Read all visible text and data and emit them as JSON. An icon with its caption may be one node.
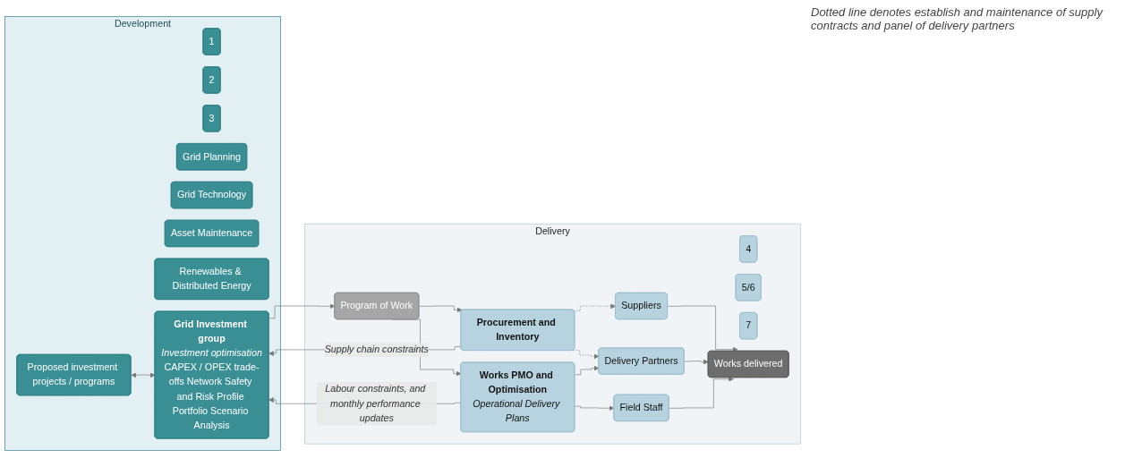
{
  "diagram": {
    "nodes": [
      {
        "text": [
          "Development"
        ]
      },
      {
        "text": [
          "1"
        ],
        "in": 0
      },
      {
        "text": [
          "2"
        ],
        "in": 0
      },
      {
        "text": [
          "3"
        ],
        "in": 0
      },
      {
        "text": [
          "Grid Planning"
        ],
        "in": 0
      },
      {
        "text": [
          "Grid Technology"
        ],
        "in": 0
      },
      {
        "text": [
          "Asset Maintenance"
        ],
        "in": 0
      },
      {
        "text": [
          "Renewables & Distributed Energy"
        ],
        "in": 0
      },
      {
        "text": [
          "Proposed investment projects / programs"
        ],
        "in": 0
      },
      {
        "text": [
          "Grid Investment group",
          "Investment optimisation",
          "CAPEX / OPEX trade-offs Network Safety and Risk Profile Portfolio Scenario Analysis"
        ],
        "in": 0
      },
      {
        "text": [
          "Delivery"
        ]
      },
      {
        "text": [
          "4"
        ],
        "in": 10
      },
      {
        "text": [
          "5/6"
        ],
        "in": 10
      },
      {
        "text": [
          "7"
        ],
        "in": 10
      },
      {
        "text": [
          "Program of Work"
        ],
        "in": 10
      },
      {
        "text": [
          "Procurement and Inventory"
        ],
        "in": 10
      },
      {
        "text": [
          "Works PMO and Optimisation",
          "Operational Delivery Plans"
        ],
        "in": 10
      },
      {
        "text": [
          "Suppliers"
        ],
        "in": 10
      },
      {
        "text": [
          "Delivery Partners"
        ],
        "in": 10
      },
      {
        "text": [
          "Field Staff"
        ],
        "in": 10
      },
      {
        "text": [
          "Works delivered"
        ],
        "in": 10
      }
    ],
    "edges": [
      {
        "from": 8,
        "to": 9,
        "arrow": "both"
      },
      {
        "from": 9,
        "to": 14,
        "arrow": "to"
      },
      {
        "from": 14,
        "to": 15,
        "arrow": "to"
      },
      {
        "from": 14,
        "to": 16,
        "arrow": "to"
      },
      {
        "from": 15,
        "to": 17,
        "arrow": "to",
        "style": "dashed"
      },
      {
        "from": 15,
        "to": 18,
        "arrow": "to",
        "style": "dashed"
      },
      {
        "from": 16,
        "to": 18,
        "arrow": "to"
      },
      {
        "from": 16,
        "to": 19,
        "arrow": "to"
      },
      {
        "from": 17,
        "to": 20,
        "arrow": "to"
      },
      {
        "from": 18,
        "to": 20,
        "arrow": "to"
      },
      {
        "from": 19,
        "to": 20,
        "arrow": "to"
      },
      {
        "from": 15,
        "to": 9,
        "arrow": "to",
        "label": "Supply chain constraints"
      },
      {
        "from": 16,
        "to": 9,
        "arrow": "to",
        "label": "Labour constraints, and monthly performance updates"
      }
    ],
    "labels": [
      "Dotted line denotes establish and maintenance of supply contracts and panel of delivery partners"
    ]
  }
}
